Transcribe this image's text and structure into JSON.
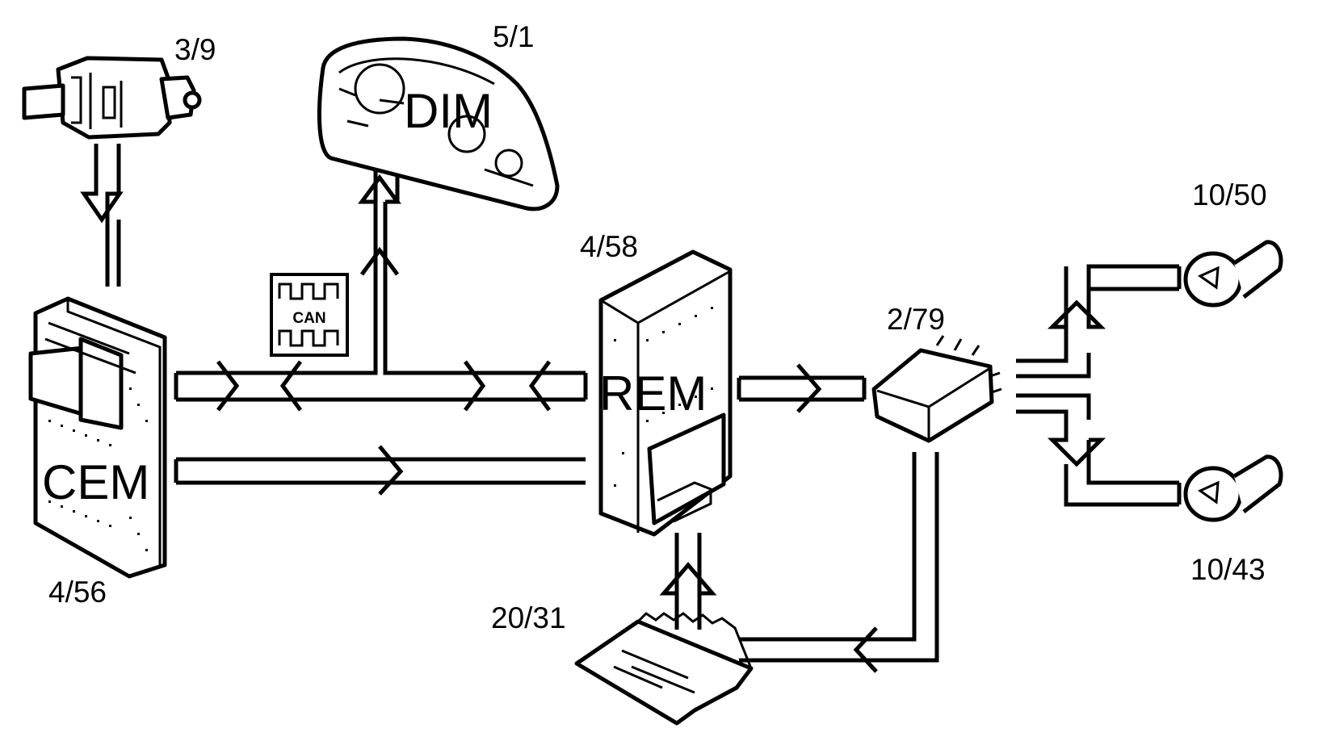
{
  "diagram": {
    "components": {
      "switch": {
        "label": "3/9"
      },
      "dim": {
        "label": "5/1",
        "name": "DIM"
      },
      "cem": {
        "label": "4/56",
        "name": "CEM"
      },
      "rem": {
        "label": "4/58",
        "name": "REM"
      },
      "relay": {
        "label": "2/79"
      },
      "bulb_upper": {
        "label": "10/50"
      },
      "bulb_lower": {
        "label": "10/43"
      },
      "card": {
        "label": "20/31"
      }
    },
    "can_symbol": {
      "text": "CAN"
    },
    "colors": {
      "ink": "#000000",
      "background": "#ffffff"
    }
  }
}
